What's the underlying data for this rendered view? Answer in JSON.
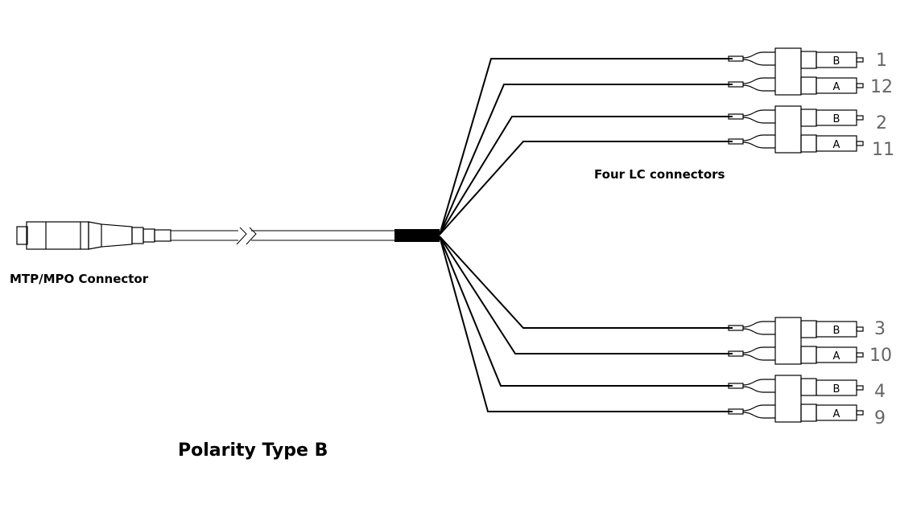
{
  "labels": {
    "mtp_connector": "MTP/MPO Connector",
    "lc_group": "Four LC connectors",
    "polarity": "Polarity Type B"
  },
  "lc_groups": [
    {
      "top": {
        "letter": "B",
        "number": "1"
      },
      "bottom": {
        "letter": "A",
        "number": "12"
      }
    },
    {
      "top": {
        "letter": "B",
        "number": "2"
      },
      "bottom": {
        "letter": "A",
        "number": "11"
      }
    },
    {
      "top": {
        "letter": "B",
        "number": "3"
      },
      "bottom": {
        "letter": "A",
        "number": "10"
      }
    },
    {
      "top": {
        "letter": "B",
        "number": "4"
      },
      "bottom": {
        "letter": "A",
        "number": "9"
      }
    }
  ],
  "colors": {
    "line": "#000000",
    "number_text": "#666666"
  }
}
